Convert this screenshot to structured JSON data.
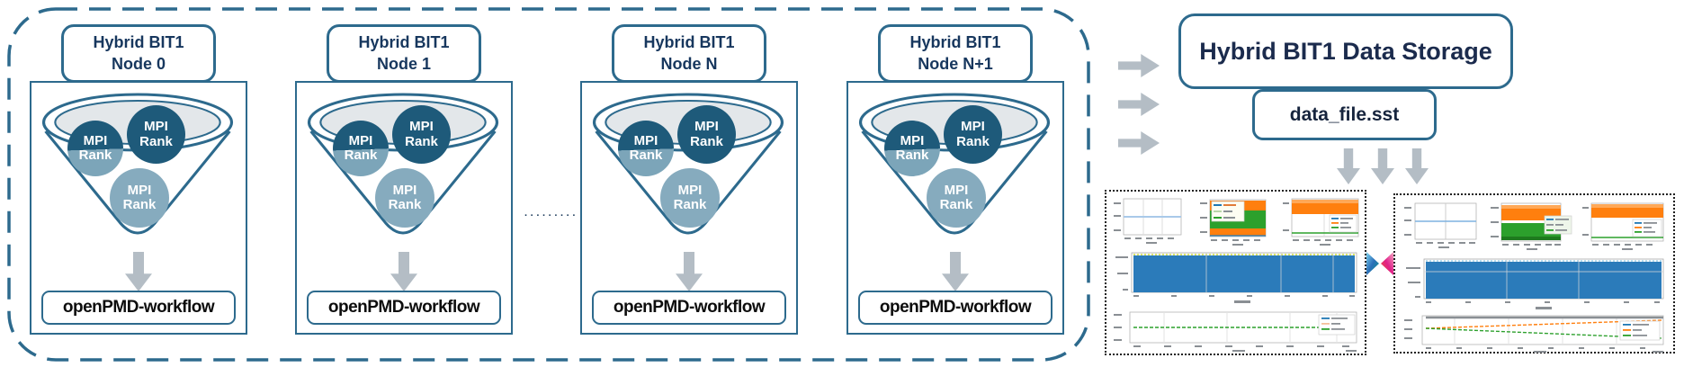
{
  "cluster": {
    "nodes": [
      {
        "title_line1": "Hybrid BIT1",
        "title_line2": "Node 0"
      },
      {
        "title_line1": "Hybrid BIT1",
        "title_line2": "Node 1"
      },
      {
        "title_line1": "Hybrid BIT1",
        "title_line2": "Node N"
      },
      {
        "title_line1": "Hybrid BIT1",
        "title_line2": "Node N+1"
      }
    ],
    "mpi_rank": {
      "line1": "MPI",
      "line2": "Rank"
    },
    "workflow_label": "openPMD-workflow",
    "ellipsis": "·········"
  },
  "storage": {
    "title": "Hybrid BIT1 Data Storage",
    "file_label": "data_file.sst"
  },
  "colors": {
    "outline_blue": "#2d6a8d",
    "dark_circle": "#1e5a7a",
    "light_circle": "#86abbe",
    "funnel_fill": "#e3e7ea",
    "arrow_gray": "#b4bdc5",
    "title_text": "#17375e",
    "plot_blue": "#2b7bba",
    "plot_light_blue": "#a9c9e9",
    "plot_orange": "#ff7f0e",
    "plot_green": "#2ca02c"
  }
}
